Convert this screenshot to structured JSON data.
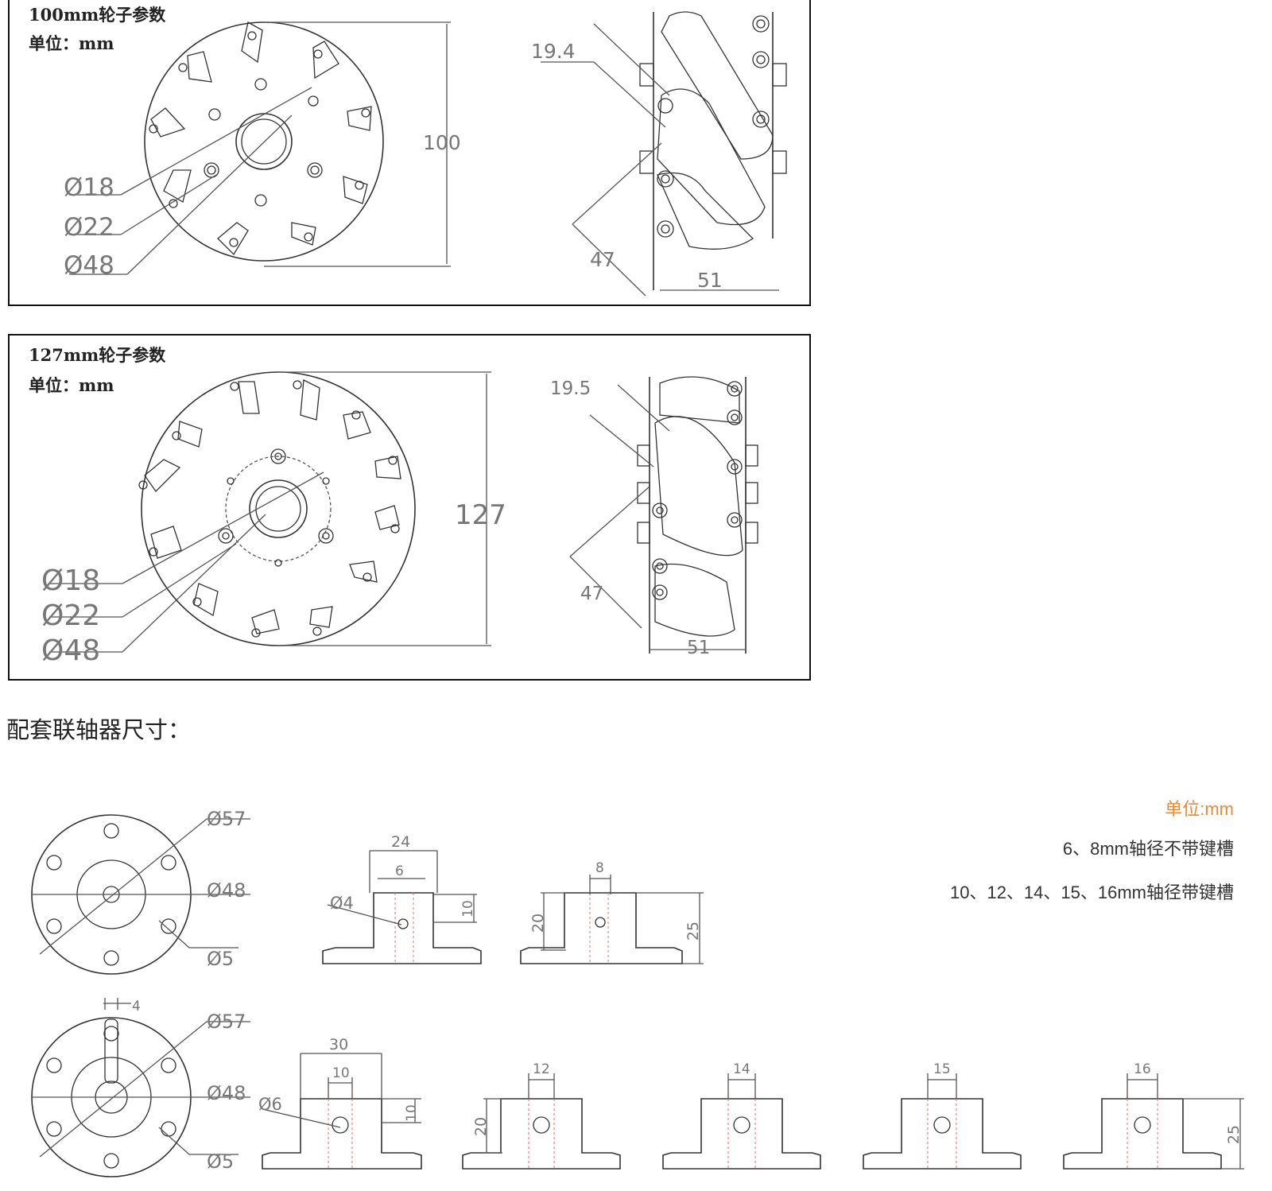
{
  "panel_100": {
    "title": "100mm轮子参数",
    "unit": "单位：mm",
    "dims": {
      "d_hub": "Ø18",
      "d_bore": "Ø22",
      "d_flange": "Ø48",
      "diameter": "100",
      "roller_angle_len": "19.4",
      "diag": "47",
      "width": "51"
    }
  },
  "panel_127": {
    "title": "127mm轮子参数",
    "unit": "单位：mm",
    "dims": {
      "d_hub": "Ø18",
      "d_bore": "Ø22",
      "d_flange": "Ø48",
      "diameter": "127",
      "roller_angle_len": "19.5",
      "diag": "47",
      "width": "51"
    }
  },
  "coupling": {
    "title": "配套联轴器尺寸：",
    "unit_note": "单位:mm",
    "note_1": "6、8mm轴径不带键槽",
    "note_2": "10、12、14、15、16mm轴径带键槽",
    "row1": {
      "face": {
        "d_outer": "Ø57",
        "d_pcd": "Ø48",
        "d_hole": "Ø5"
      },
      "side_a": {
        "w_top": "24",
        "w_key": "6",
        "d_screw": "Ø4",
        "h_top": "10"
      },
      "side_b": {
        "w_key": "8",
        "h_left": "20",
        "h_right": "25"
      }
    },
    "row2": {
      "face": {
        "key_w": "4",
        "d_outer": "Ø57",
        "d_pcd": "Ø48",
        "d_hole": "Ø5"
      },
      "side_a": {
        "w_top": "30",
        "w_key": "10",
        "d_screw": "Ø6",
        "h_top": "10"
      },
      "side_12": {
        "w": "12",
        "h_left": "20"
      },
      "side_14": {
        "w": "14"
      },
      "side_15": {
        "w": "15"
      },
      "side_16": {
        "w": "16",
        "h_right": "25"
      }
    }
  }
}
